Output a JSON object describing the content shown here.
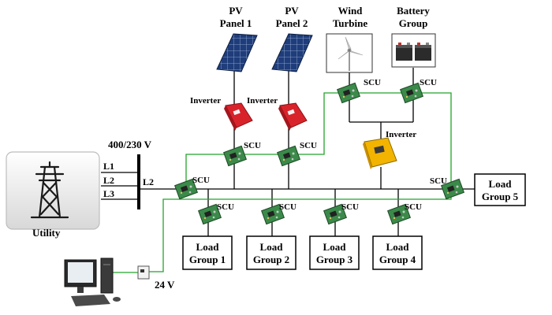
{
  "labels": {
    "pv1_line1": "PV",
    "pv1_line2": "Panel 1",
    "pv2_line1": "PV",
    "pv2_line2": "Panel 2",
    "wind_line1": "Wind",
    "wind_line2": "Turbine",
    "battery_line1": "Battery",
    "battery_line2": "Group",
    "inverter_pv1": "Inverter",
    "inverter_pv2": "Inverter",
    "inverter_common": "Inverter",
    "voltage_main": "400/230 V",
    "l1": "L1",
    "l2_in": "L2",
    "l3": "L3",
    "l2_bus": "L2",
    "utility": "Utility",
    "voltage_control": "24 V",
    "scu": "SCU",
    "load1_line1": "Load",
    "load1_line2": "Group 1",
    "load2_line1": "Load",
    "load2_line2": "Group 2",
    "load3_line1": "Load",
    "load3_line2": "Group 3",
    "load4_line1": "Load",
    "load4_line2": "Group 4",
    "load5_line1": "Load",
    "load5_line2": "Group 5"
  },
  "colors": {
    "power_line": "#000000",
    "comm_line": "#22a52a",
    "inverter_pv": "#d9232b",
    "inverter_common": "#f2b400",
    "scu_board": "#3b8a4a",
    "solar_panel": "#1f3d7a"
  },
  "icons": [
    "utility-pylon-icon",
    "solar-panel-icon",
    "wind-turbine-icon",
    "battery-icon",
    "inverter-icon",
    "scu-board-icon",
    "computer-icon",
    "usb-adapter-icon"
  ]
}
